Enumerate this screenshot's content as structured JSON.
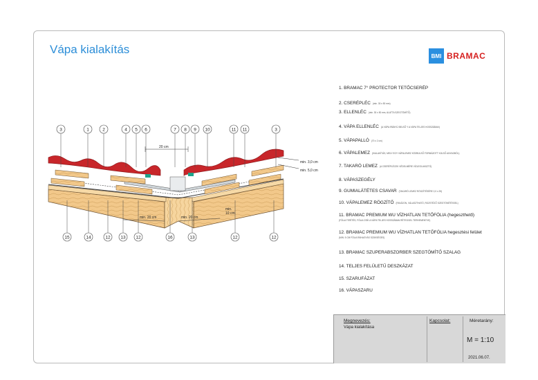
{
  "title": "Vápa kialakítás",
  "logo": {
    "mark": "BMI",
    "brand": "BRAMAC",
    "mark_color": "#2a8fe0",
    "brand_color": "#d6201f"
  },
  "legend": [
    {
      "num": "1.",
      "label": "BRAMAC 7° PROTECTOR TETŐCSERÉP",
      "note": "",
      "sub": ""
    },
    {
      "num": "2.",
      "label": "CSERÉPLÉC",
      "note": "(min. 30 x 50 mm)",
      "sub": ""
    },
    {
      "num": "3.",
      "label": "ELLENLÉC",
      "note": "(min. 30 x 50 mm, ALATTA SZEGTÖMÍTŐ)",
      "sub": ""
    },
    {
      "num": "4.",
      "label": "VÁPA ELLENLÉC",
      "note": "(A VÁPA IRÁNYÚ BELSŐ Y A VÁPA TELJES HOSSZÁBAN)",
      "sub": ""
    },
    {
      "num": "5.",
      "label": "VÁPAPALLÓ",
      "note": "(70 x 2 cm)",
      "sub": ""
    },
    {
      "num": "6.",
      "label": "VÁPALEMEZ",
      "note": "(KIALAKÍTÁS, MELY EGY VÁPALEMEZ KÖZBÜLSŐ FORMÁZOTT KÜLSŐ ANYAGBÓL)",
      "sub": ""
    },
    {
      "num": "7.",
      "label": "TAKARÓ LEMEZ",
      "note": "(A CSERÉPLÉCEK VÉDELMÉRE VÍZLEOLVASZTÓ)",
      "sub": ""
    },
    {
      "num": "8.",
      "label": "VÁPASZEGÉLY",
      "note": "",
      "sub": ""
    },
    {
      "num": "9.",
      "label": "GUMIALÁTÉTES CSAVAR",
      "note": "(TAKARÓ LEMEZ RÖGZÍTÉSÉRE 2,0 x 25)",
      "sub": ""
    },
    {
      "num": "10.",
      "label": "VÁPALEMEZ RÖGZÍTŐ",
      "note": "(FAVÁZON, VÁLASZTHATÓ, ROZSTÉZŐ SZEGTÖMÍTÉSSEL)",
      "sub": ""
    },
    {
      "num": "11.",
      "label": "BRAMAC PREMIUM WU VÍZHATLAN TETŐFÓLIA (hegeszthető)",
      "note": "",
      "sub": "(FÓLIA TERÍTÉS, FÓLIA CSÍK A VÁPA TELJES HOSSZÁBAN RÉTEGGEL TERHEMENTVE)"
    },
    {
      "num": "12.",
      "label": "BRAMAC PREMIUM WU VÍZHATLAN TETŐFÓLIA hegesztési felület",
      "note": "",
      "sub": "(MIN. 5 CM FÓLIA RÁHAGYÁS SZÜKSÉGES)"
    },
    {
      "num": "13.",
      "label": "BRAMAC SZUPERABSZORBER SZEGTÖMÍTŐ SZALAG",
      "note": "",
      "sub": ""
    },
    {
      "num": "14.",
      "label": "TELJES FELÜLETŰ DESZKÁZAT",
      "note": "",
      "sub": ""
    },
    {
      "num": "15.",
      "label": "SZARUFÁZAT",
      "note": "",
      "sub": ""
    },
    {
      "num": "16.",
      "label": "VÁPASZARU",
      "note": "",
      "sub": ""
    }
  ],
  "diagram": {
    "top_callouts": [
      "3",
      "1",
      "2",
      "4",
      "5",
      "6",
      "7",
      "8",
      "9",
      "10",
      "11",
      "11",
      "3"
    ],
    "bottom_callouts": [
      "15",
      "14",
      "12",
      "13",
      "12",
      "16",
      "13",
      "12",
      "12"
    ],
    "dim_top": "20 cm",
    "dim_right_1": "min. 3,0 cm",
    "dim_right_2": "min. 5,0 cm",
    "dim_left": "min. 20 cm",
    "dim_right": "min. 20 cm",
    "dim_ten_a": "min.",
    "dim_ten_b": "10 cm",
    "colors": {
      "tile": "#c8262a",
      "tile_dark": "#8f1a1d",
      "wood": "#f2c88a",
      "wood_grain": "#c99a55",
      "metal": "#cfd5d9",
      "foil": "#3a3a3a",
      "accent": "#1fa38a"
    }
  },
  "titleblock": {
    "name_label": "Megnevezés:",
    "name_value": "Vápa kialakítása",
    "contact_label": "Kapcsolat:",
    "scale_label": "Méretarány:",
    "scale_value": "M = 1:10",
    "date": "2021.06.07."
  }
}
